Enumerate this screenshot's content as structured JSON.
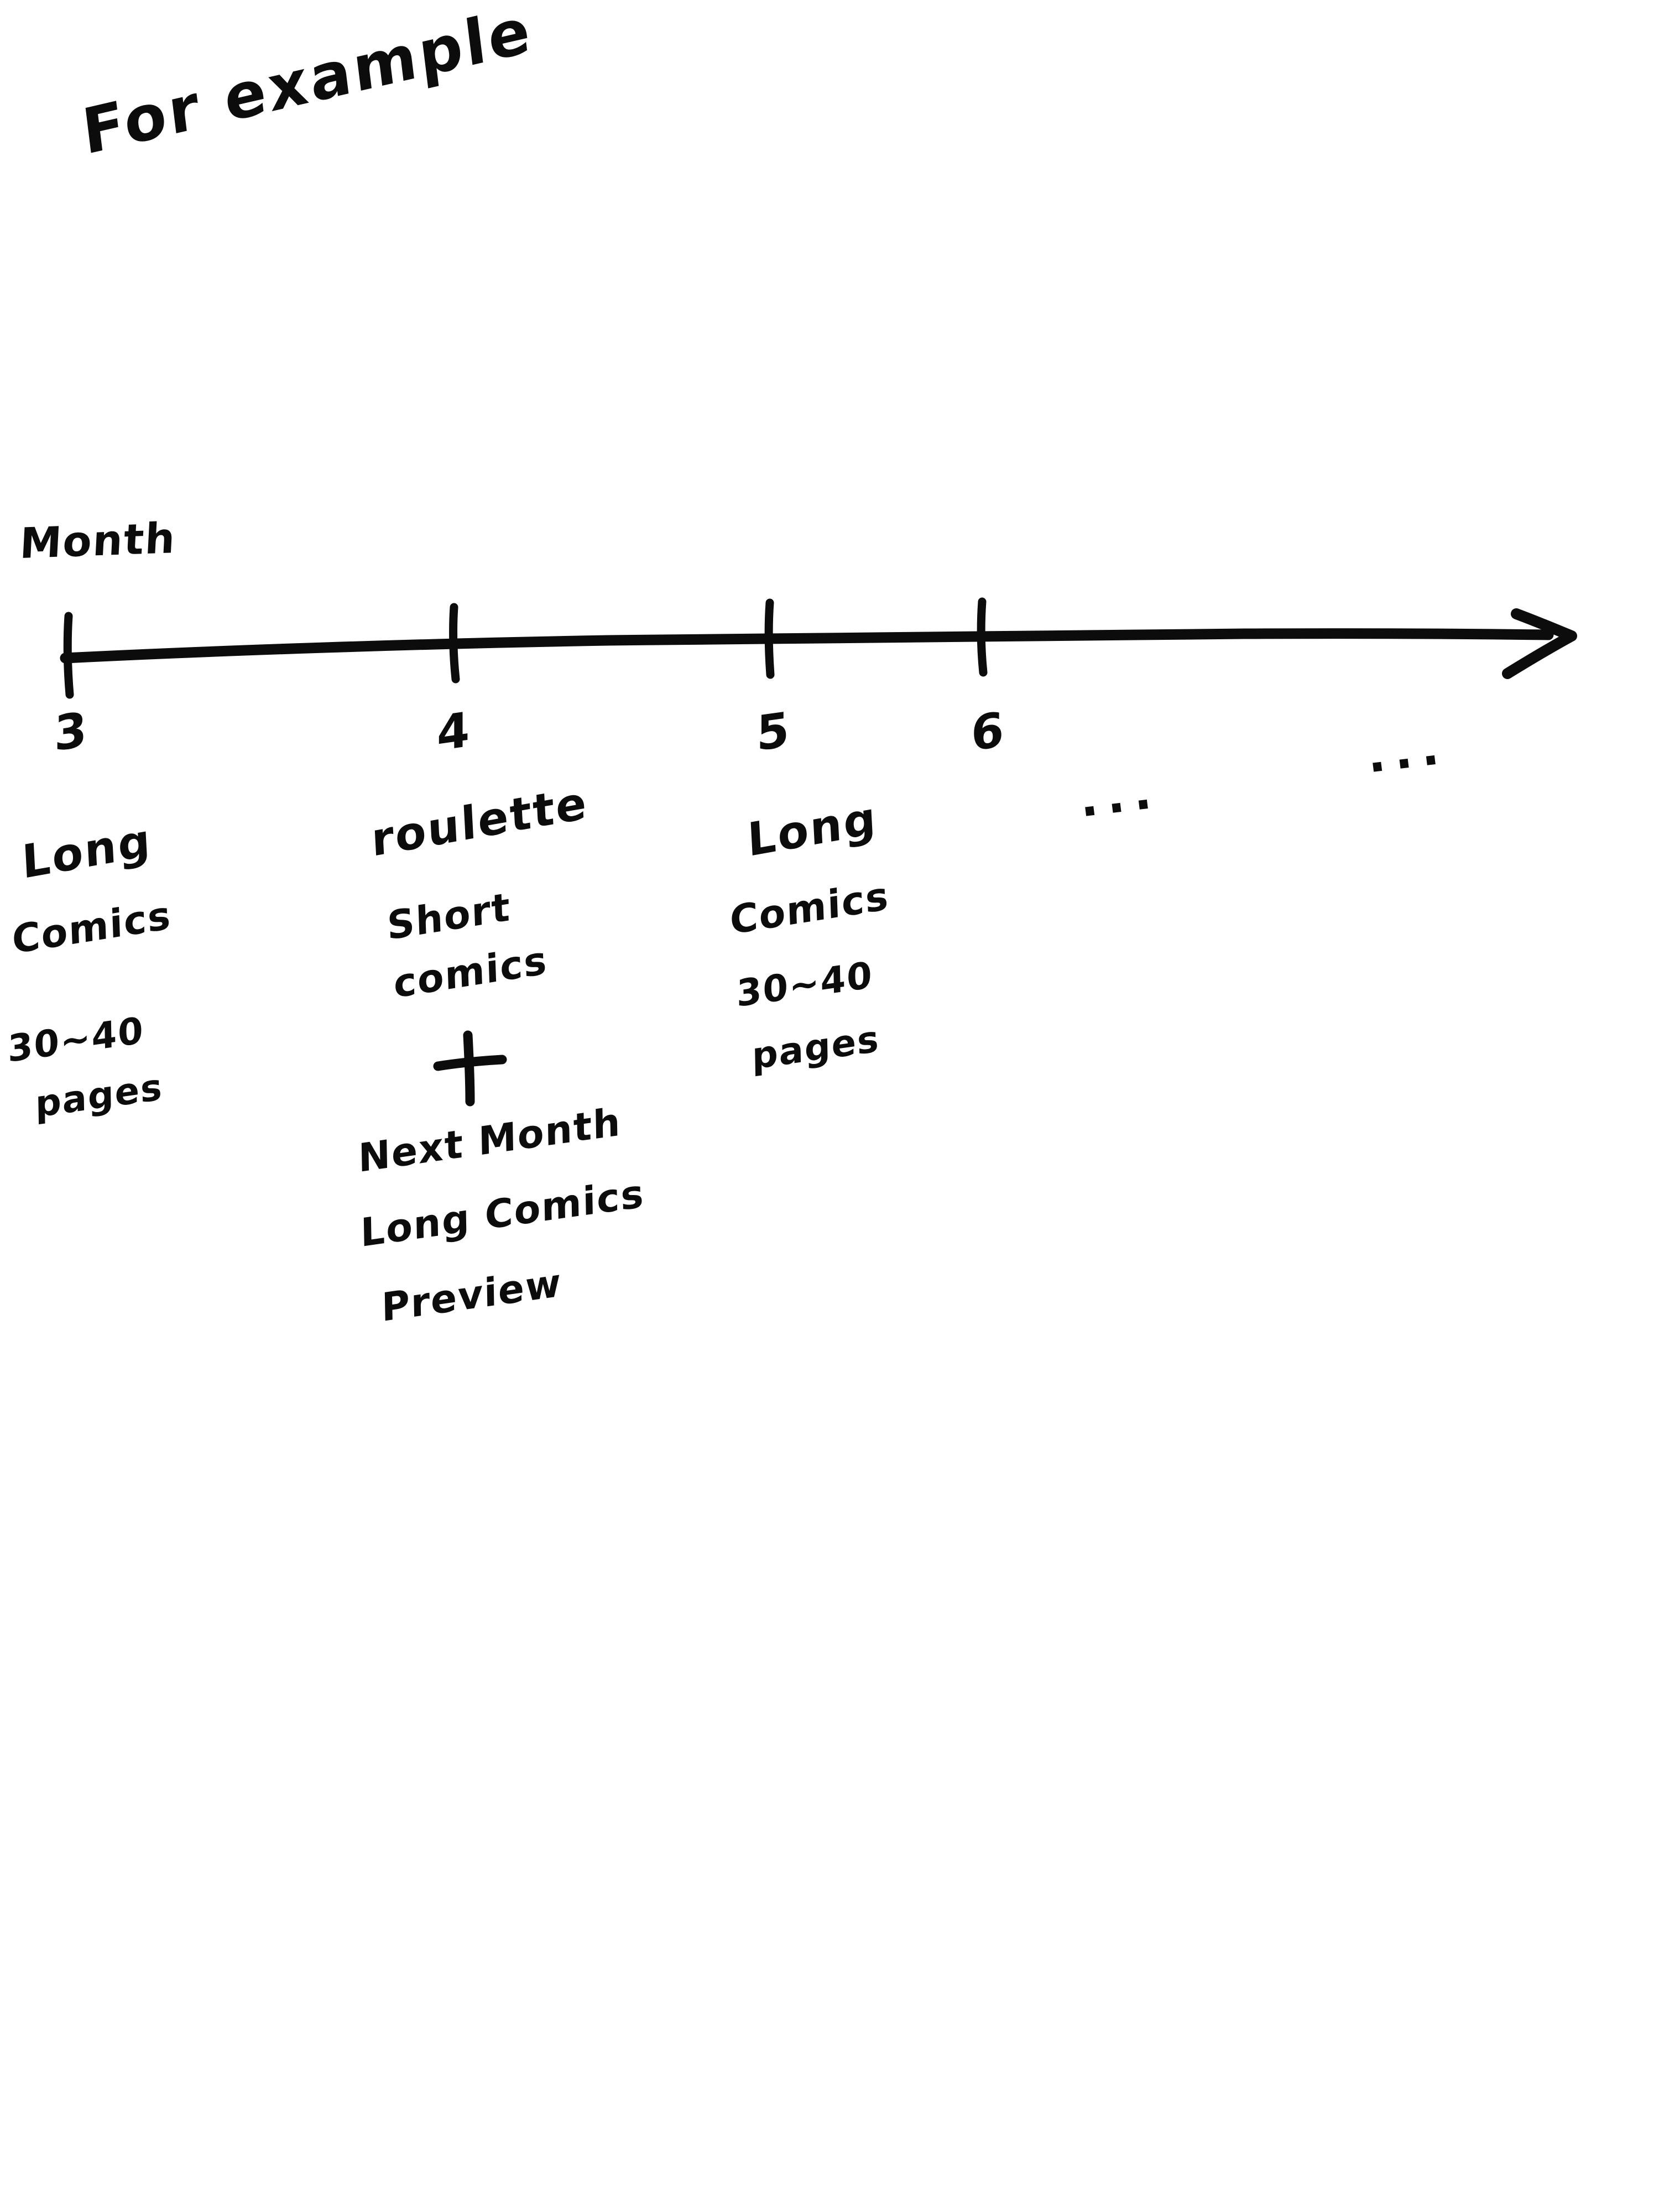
{
  "title": "For example",
  "axis": {
    "label": "Month",
    "ticks": [
      "3",
      "4",
      "5",
      "6"
    ],
    "continuation_1": "...",
    "continuation_2": "...",
    "arrow_icon": "right-arrow-icon"
  },
  "annotations": [
    {
      "month": "3",
      "lines": [
        "Long",
        "Comics",
        "30~40",
        "pages"
      ]
    },
    {
      "month": "4",
      "lines": [
        "roulette",
        "Short",
        "comics"
      ],
      "operator": "+",
      "extra_lines": [
        "Next Month",
        "Long Comics",
        "Preview"
      ]
    },
    {
      "month": "5",
      "lines": [
        "Long",
        "Comics",
        "30~40",
        "pages"
      ]
    }
  ],
  "colors": {
    "ink": "#0c0c0c",
    "paper": "#ffffff"
  },
  "chart_data": {
    "type": "line",
    "title": "For example",
    "xlabel": "Month",
    "categories": [
      "3",
      "4",
      "5",
      "6",
      "..."
    ],
    "annotations": [
      {
        "x": "3",
        "text": "Long Comics 30~40 pages"
      },
      {
        "x": "4",
        "text": "roulette Short comics + Next Month Long Comics Preview"
      },
      {
        "x": "5",
        "text": "Long Comics 30~40 pages"
      }
    ],
    "grid": false,
    "legend": "none"
  }
}
